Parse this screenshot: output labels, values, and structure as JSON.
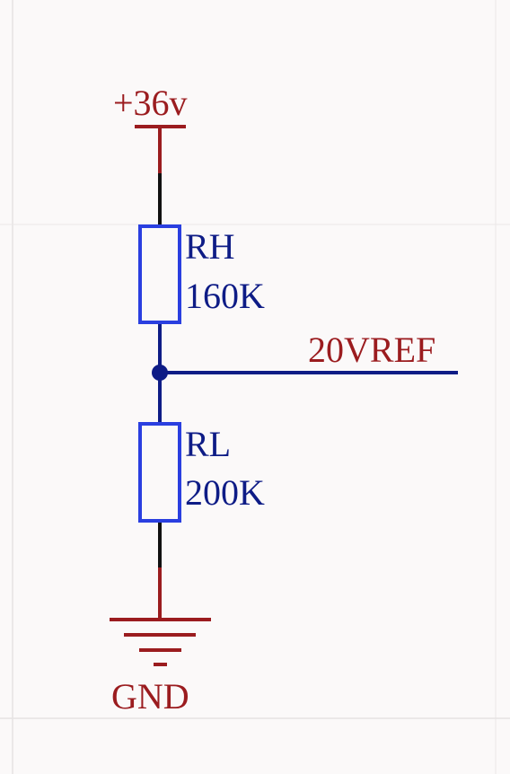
{
  "colors": {
    "power": "#9b1c1f",
    "wire": "#0e1c86",
    "component": "#2a3fe0",
    "background": "#fbf9f9",
    "grid": "#e6e3e3"
  },
  "power_net": {
    "label": "+36v"
  },
  "ground_net": {
    "label": "GND"
  },
  "output_net": {
    "label": "20VREF"
  },
  "resistors": [
    {
      "designator": "RH",
      "value": "160K"
    },
    {
      "designator": "RL",
      "value": "200K"
    }
  ]
}
